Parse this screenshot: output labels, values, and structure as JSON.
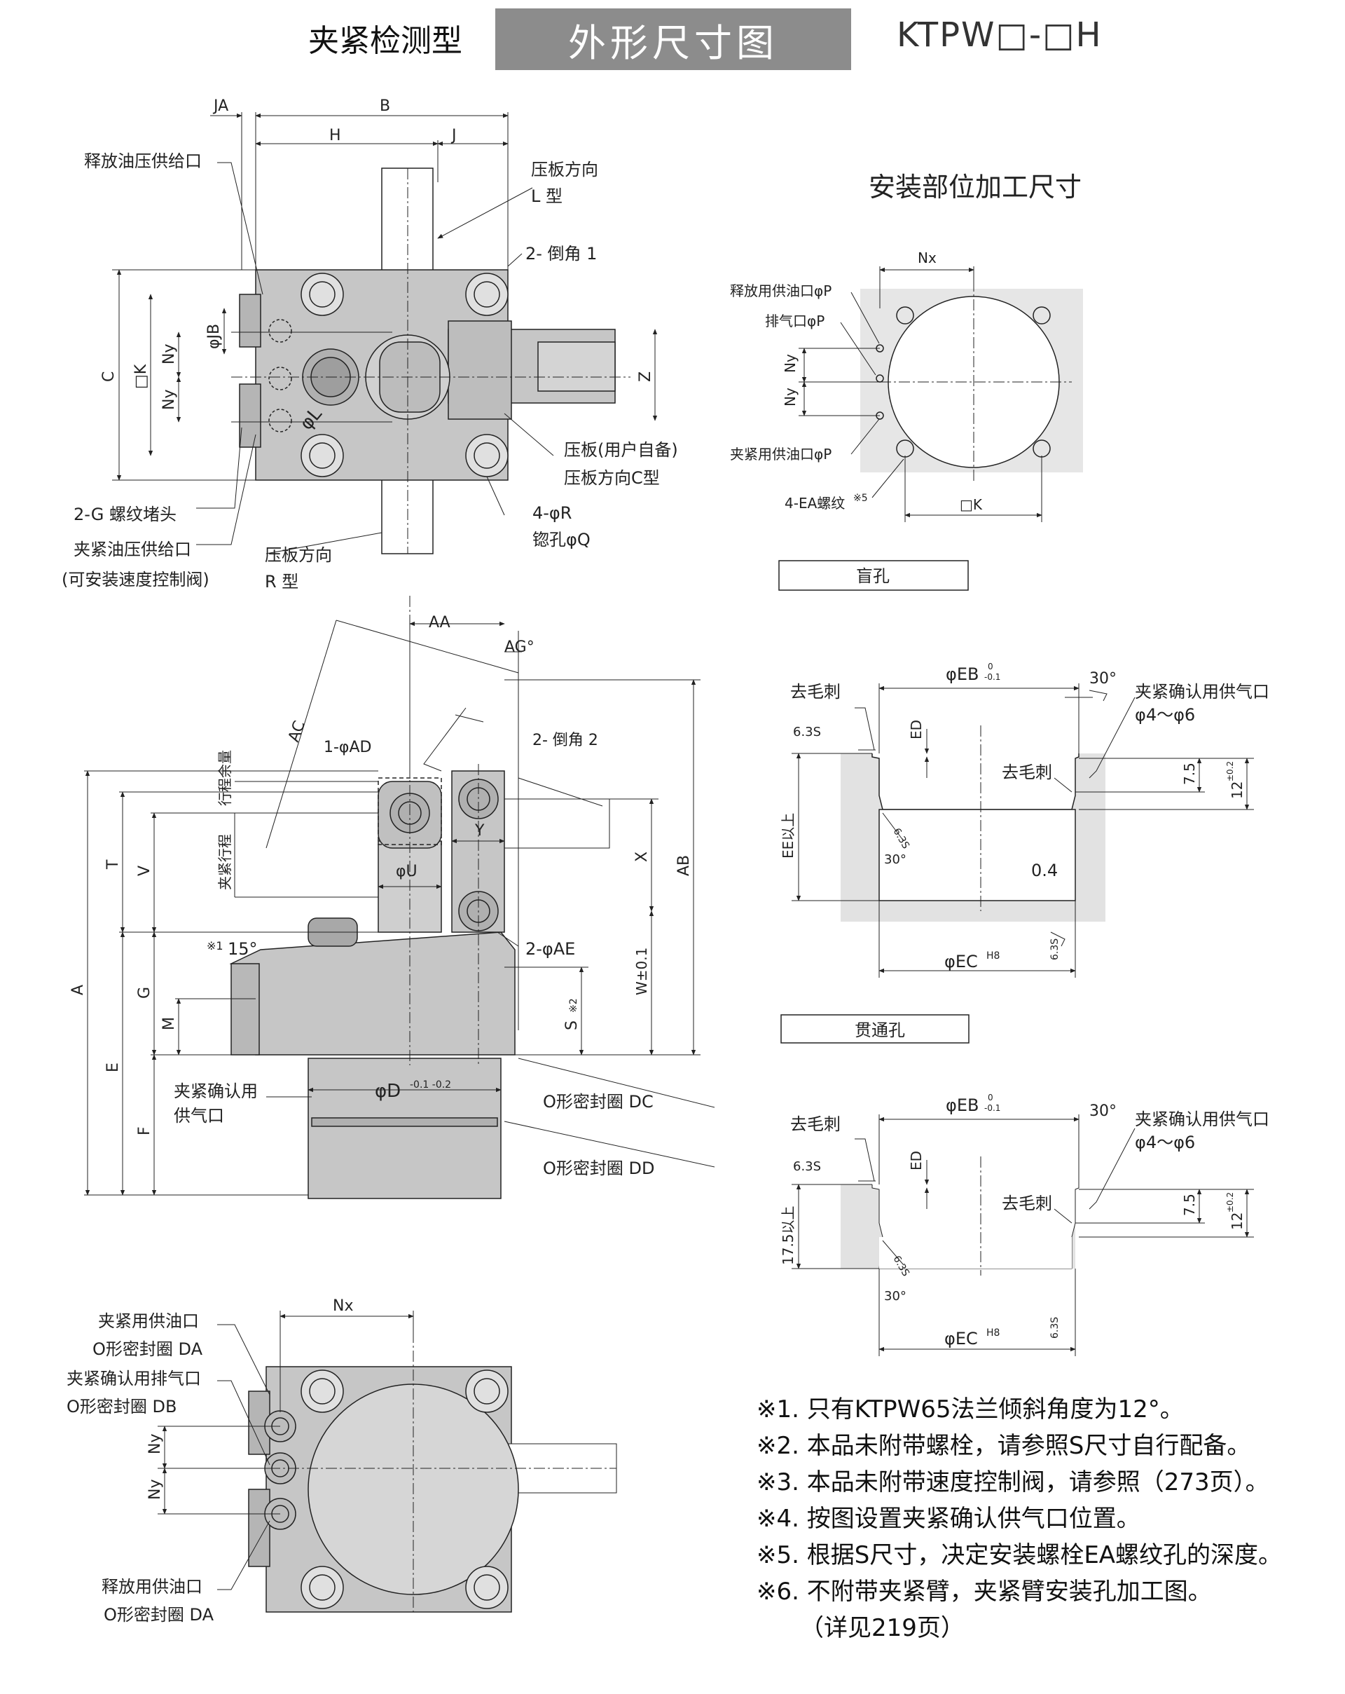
{
  "header": {
    "left": "夹紧检测型",
    "middle": "外形尺寸图",
    "right": "KTPW□-□H"
  },
  "top_view": {
    "dims": {
      "ja": "JA",
      "b": "B",
      "h": "H",
      "j": "J",
      "c": "C",
      "k": "□K",
      "ny1": "Ny",
      "ny2": "Ny",
      "jb": "φJB",
      "l": "φL",
      "z": "Z"
    },
    "labels": {
      "release_port": "释放油压供给口",
      "dir_l_1": "压板方向",
      "dir_l_2": "L 型",
      "chamfer1": "2- 倒角 1",
      "plate_1": "压板(用户自备)",
      "plate_2": "压板方向C型",
      "hole_1": "4-φR",
      "hole_2": "锪孔φQ",
      "plug": "2-G 螺纹堵头",
      "clamp_port_1": "夹紧油压供给口",
      "clamp_port_2": "(可安装速度控制阀)",
      "dir_r_1": "压板方向",
      "dir_r_2": "R 型"
    }
  },
  "mount_view": {
    "title": "安装部位加工尺寸",
    "dims": {
      "nx": "Nx",
      "ny1": "Ny",
      "ny2": "Ny",
      "k": "□K"
    },
    "labels": {
      "release": "释放用供油口φP",
      "vent": "排气口φP",
      "clamp": "夹紧用供油口φP",
      "thread": "4-EA螺纹",
      "note5": "※5"
    }
  },
  "side_view": {
    "dims": {
      "aa": "AA",
      "ag": "AG°",
      "ac": "AC",
      "ad": "1-φAD",
      "chamfer2": "2- 倒角 2",
      "stroke_margin": "行程余量",
      "stroke": "夹紧行程",
      "u": "φU",
      "y": "Y",
      "x": "X",
      "ab": "AB",
      "t": "T",
      "v": "V",
      "a": "A",
      "g": "G",
      "m": "M",
      "e": "E",
      "f": "F",
      "note1": "※1",
      "angle15": "15°",
      "ae": "2-φAE",
      "s": "S",
      "note2": "※2",
      "w": "W±0.1",
      "d_main": "φD",
      "d_tol": "-0.1 -0.2"
    },
    "labels": {
      "confirm_1": "夹紧确认用",
      "confirm_2": "供气口",
      "oring_dc": "O形密封圈 DC",
      "oring_dd": "O形密封圈 DD"
    }
  },
  "blind_hole": {
    "title": "盲孔",
    "eb": "φEB",
    "eb_tol_top": "0",
    "eb_tol_bot": "-0.1",
    "angle30": "30°",
    "deburr": "去毛刺",
    "confirm": "夹紧确认用供气口",
    "confirm_range": "φ4～φ6",
    "rough1": "6.3S",
    "ed": "ED",
    "d75": "7.5",
    "d12": "12",
    "d12_tol": "±0.2",
    "deburr2": "去毛刺",
    "ee": "EE以上",
    "rough2": "6.3S",
    "angle30b": "30°",
    "d04": "0.4",
    "ec": "φEC",
    "ec_fit": "H8",
    "rough3": "6.3S"
  },
  "through_hole": {
    "title": "贯通孔",
    "eb": "φEB",
    "eb_tol_top": "0",
    "eb_tol_bot": "-0.1",
    "angle30": "30°",
    "deburr": "去毛刺",
    "confirm": "夹紧确认用供气口",
    "confirm_range": "φ4～φ6",
    "rough1": "6.3S",
    "ed": "ED",
    "d75": "7.5",
    "d12": "12",
    "d12_tol": "±0.2",
    "deburr2": "去毛刺",
    "d175": "17.5以上",
    "rough2": "6.3S",
    "angle30b": "30°",
    "ec": "φEC",
    "ec_fit": "H8",
    "rough3": "6.3S"
  },
  "bottom_view": {
    "dims": {
      "nx": "Nx",
      "ny1": "Ny",
      "ny2": "Ny"
    },
    "labels": {
      "clamp_1": "夹紧用供油口",
      "clamp_2": "O形密封圈 DA",
      "vent_1": "夹紧确认用排气口",
      "vent_2": "O形密封圈 DB",
      "release_1": "释放用供油口",
      "release_2": "O形密封圈 DA"
    }
  },
  "notes": [
    "※1. 只有KTPW65法兰倾斜角度为12°。",
    "※2. 本品未附带螺栓，请参照S尺寸自行配备。",
    "※3. 本品未附带速度控制阀，请参照（273页）。",
    "※4. 按图设置夹紧确认供气口位置。",
    "※5. 根据S尺寸，决定安装螺栓EA螺纹孔的深度。",
    "※6. 不附带夹紧臂，夹紧臂安装孔加工图。",
    "（详见219页）"
  ]
}
